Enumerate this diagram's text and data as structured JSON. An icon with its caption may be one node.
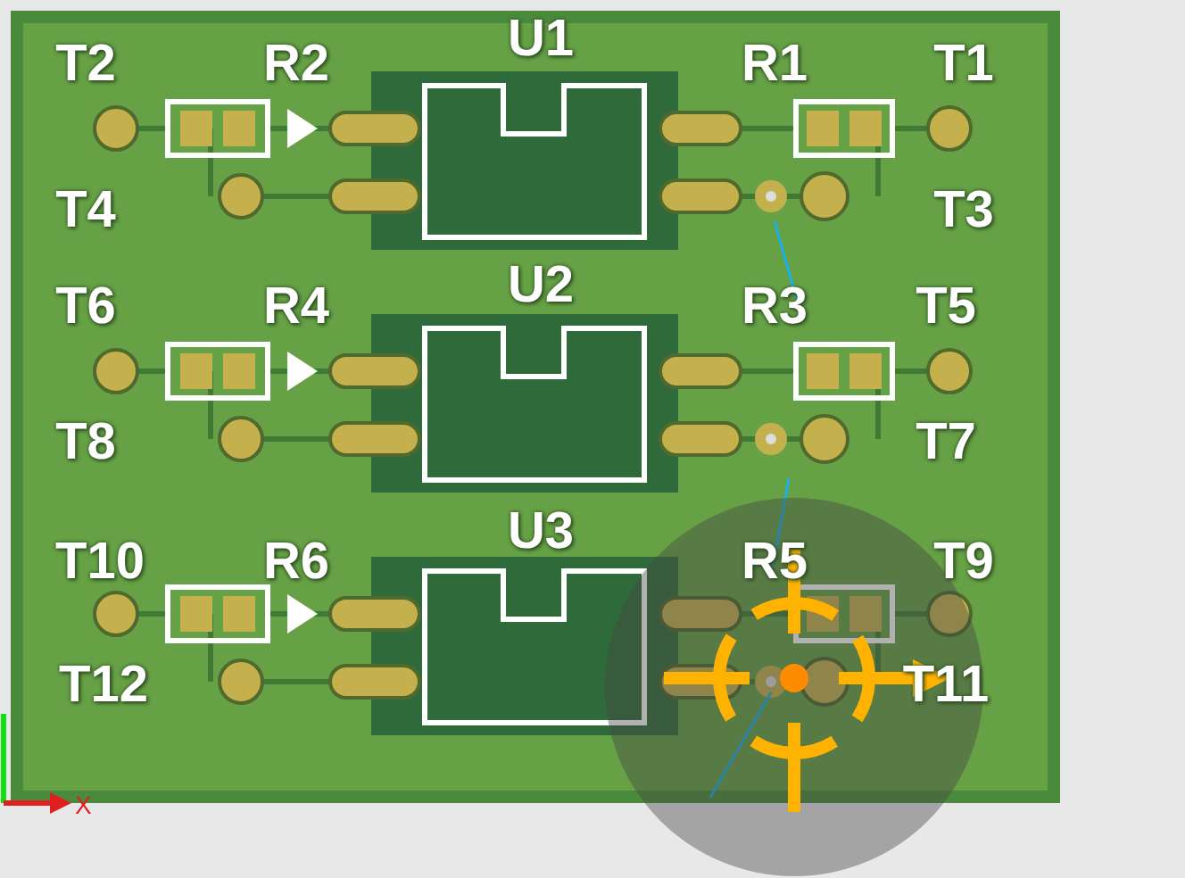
{
  "diagram": {
    "labels": [
      "T2",
      "R2",
      "U1",
      "R1",
      "T1",
      "T4",
      "T3",
      "T6",
      "R4",
      "U2",
      "R3",
      "T5",
      "T8",
      "T7",
      "T10",
      "R6",
      "U3",
      "R5",
      "T9",
      "T12",
      "T11",
      "X"
    ]
  }
}
